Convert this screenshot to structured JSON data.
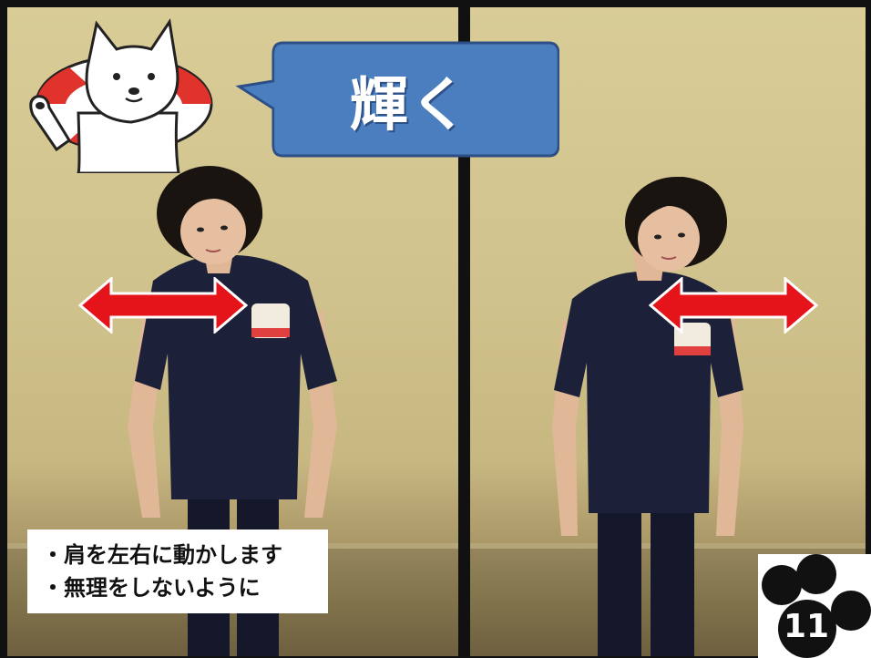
{
  "slide": {
    "bubble_text": "輝く",
    "caption_lines": [
      "・肩を左右に動かします",
      "・無理をしないように"
    ],
    "page_number": "11"
  },
  "icons": {
    "mascot": "white-dog-mascot-with-life-ring",
    "paw": "paw-print-icon"
  },
  "colors": {
    "bubble_fill": "#4a7ebf",
    "arrow_fill": "#e5141b",
    "shirt": "#1c2038",
    "wall": "#d3c58f"
  }
}
